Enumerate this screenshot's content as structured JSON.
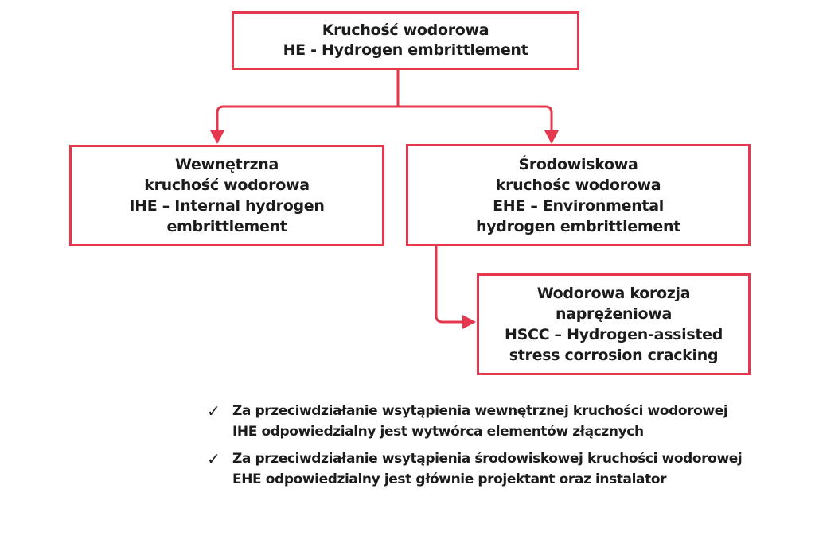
{
  "colors": {
    "accent_red": "#e5384e",
    "text": "#1c1c1c",
    "background": "#ffffff"
  },
  "flowchart": {
    "root_box": {
      "lines": [
        "Kruchość wodorowa",
        "HE - Hydrogen embrittlement"
      ]
    },
    "ihe_box": {
      "lines": [
        "Wewnętrzna",
        "kruchość wodorowa",
        "IHE – Internal hydrogen",
        "embrittlement"
      ]
    },
    "ehe_box": {
      "lines": [
        "Środowiskowa",
        "kruchośc wodorowa",
        "EHE – Environmental",
        "hydrogen embrittlement"
      ]
    },
    "hscc_box": {
      "lines": [
        "Wodorowa korozja",
        "naprężeniowa",
        "HSCC – Hydrogen-assisted",
        "stress corrosion cracking"
      ]
    }
  },
  "notes": {
    "marker": "✓",
    "items": [
      {
        "lines": [
          "Za przeciwdziałanie wsytąpienia wewnętrznej kruchości wodorowej",
          "IHE odpowiedzialny jest wytwórca elementów złącznych"
        ]
      },
      {
        "lines": [
          "Za przeciwdziałanie wsytąpienia środowiskowej kruchości wodorowej",
          "EHE odpowiedzialny jest głównie projektant oraz instalator"
        ]
      }
    ]
  }
}
